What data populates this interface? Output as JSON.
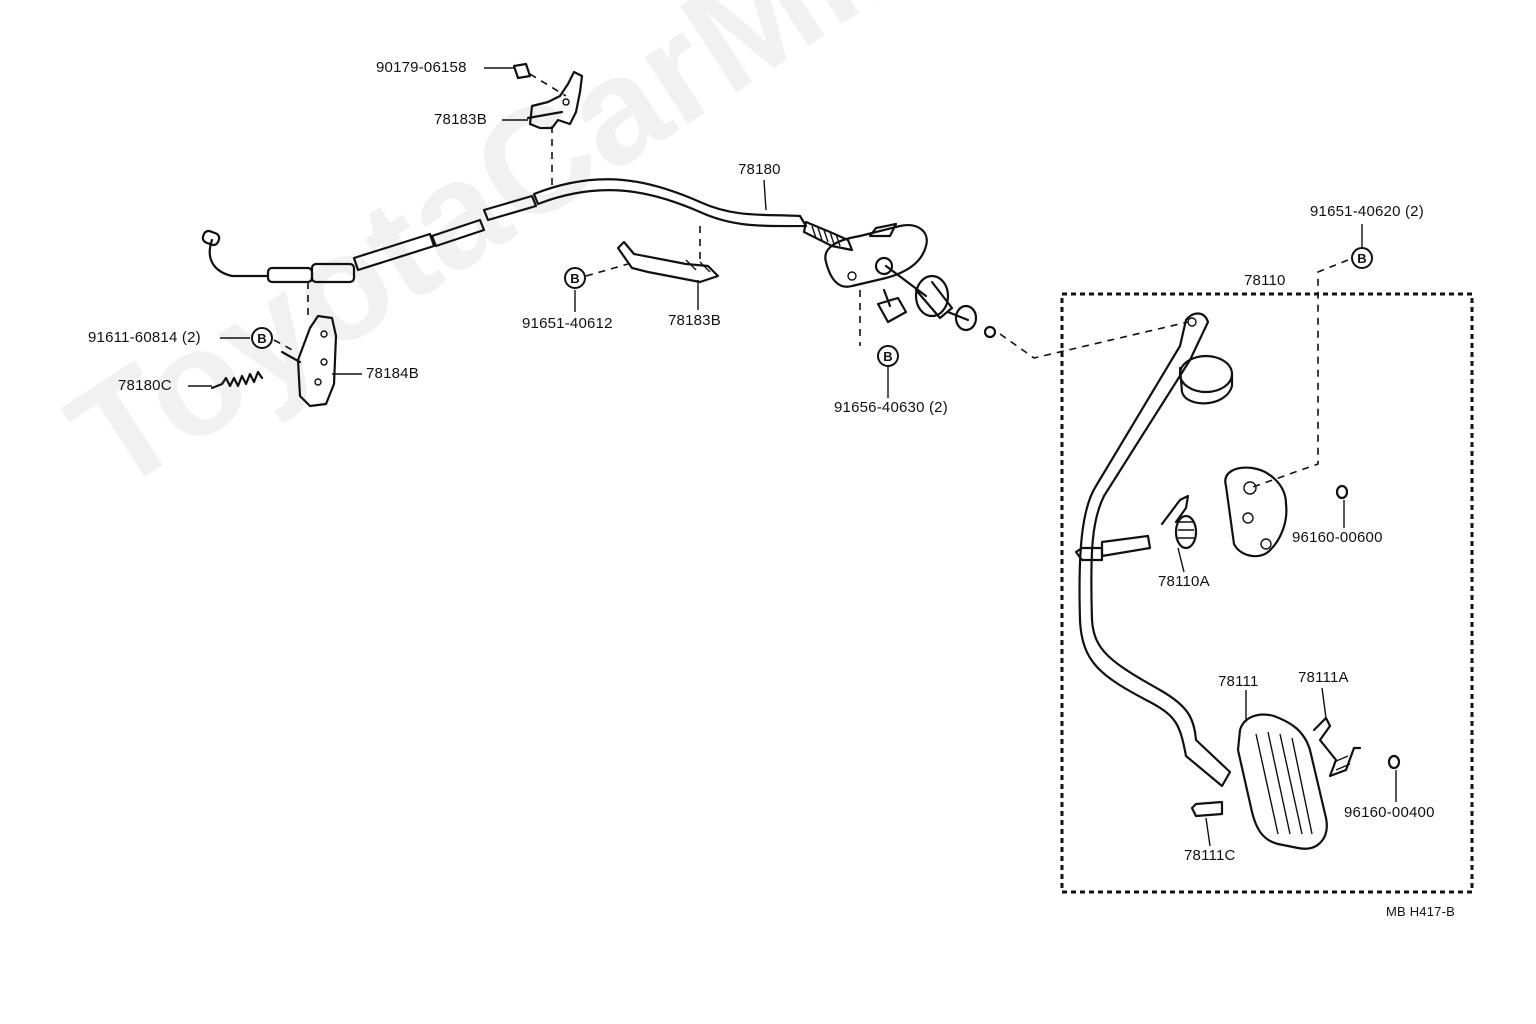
{
  "diagram": {
    "watermark": "ToyotaCarMine.ru",
    "drawing_code": "MB H417-B",
    "bolt_marker": "B",
    "labels": {
      "nut_top": "90179-06158",
      "clamp_top": "78183B",
      "cable": "78180",
      "bolt_clamp_mid": "91651-40612",
      "clamp_mid": "78183B",
      "bolt_bracket_left": "91611-60814 (2)",
      "spring_left": "78180C",
      "bracket_left": "78184B",
      "bolt_cable_bracket": "91656-40630 (2)",
      "bolt_pedal_bracket": "91651-40620 (2)",
      "pedal_assy": "78110",
      "return_spring": "78110A",
      "ring_upper": "96160-00600",
      "pedal_pad": "78111",
      "pad_spring": "78111A",
      "pad_pin": "78111C",
      "ring_lower": "96160-00400"
    }
  }
}
